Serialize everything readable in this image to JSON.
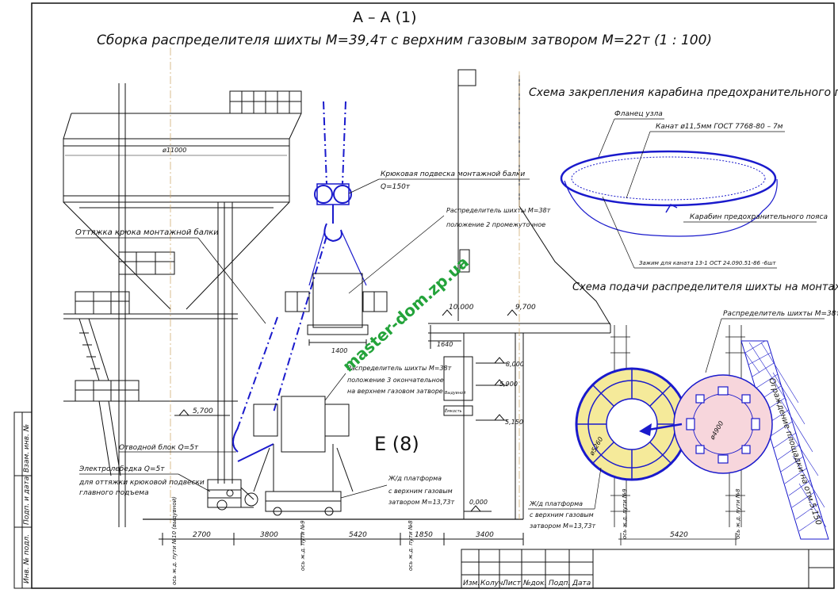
{
  "section_label": "А – А (1)",
  "main_title": "Сборка распределителя шихты М=39,4т с верхним газовым затвором М=22т (1 : 100)",
  "left_structure": {
    "diameter_label": "ø11000",
    "guy_label": "Оттяжка крюка монтажной балки",
    "level_5700": "5,700",
    "block_label": "Отводной блок Q=5т",
    "winch_label_1": "Электролебедка Q=5т",
    "winch_label_2": "для оттяжки крюковой подвески",
    "winch_label_3": "главного подъема",
    "axis_1": "ось ж.д. пути №10 (выдувной)",
    "axis_2": "ось ж.д. пути №9",
    "axis_3": "ось ж.д. пути №8",
    "dimensions": [
      "2700",
      "3800",
      "5420",
      "1850",
      "3400"
    ]
  },
  "center": {
    "hook_label_1": "Крюковая подвеска монтажной балки",
    "hook_label_2": "Q=150т",
    "pos2_label_1": "Распределитель шихты М=38т",
    "pos2_label_2": "положение 2 промежуточное",
    "width_1400": "1400",
    "pos3_label_1": "Распределитель шихты М=38т",
    "pos3_label_2": "положение 3 окончательное",
    "pos3_label_3": "на верхнем газовом затворе",
    "e_label": "Е (8)",
    "platform_1": "Ж/д платформа",
    "platform_2": "с верхним газовым",
    "platform_3": "затвором М=13,73т",
    "level_10000": "10,000",
    "level_9700": "9,700",
    "dim_1640": "1640",
    "level_8000": "8,000",
    "level_5900": "5,900",
    "level_5150": "5,150",
    "level_0000": "0,000",
    "small_label_1": "Выдувной",
    "small_label_2": "Ёмкость"
  },
  "carabiner_scheme": {
    "title": "Схема закрепления карабина предохранительного пояса",
    "flange_label": "Фланец узла",
    "rope_label": "Канат ø11,5мм ГОСТ 7768-80 – 7м",
    "carabiner_label": "Карабин предохранительного пояса",
    "clamp_label": "Зажим для каната 13-1 ОСТ 24.090.51-86 -6шт"
  },
  "feed_scheme": {
    "title": "Схема подачи распределителя шихты на монтаж",
    "dist_label": "Распределитель шихты М=38т",
    "d5260": "ø5260",
    "d4900": "ø4900",
    "fence_label": "Ограждение площадки на отм.5,150",
    "platform_1": "Ж/д платформа",
    "platform_2": "с верхним газовым",
    "platform_3": "затвором М=13,73т",
    "axis_1": "ось ж.д. пути №9",
    "axis_2": "ось ж.д. пути №8",
    "dim_5420": "5420"
  },
  "stamp": {
    "columns": [
      "Изм.",
      "Колуч.",
      "Лист",
      "№док.",
      "Подп.",
      "Дата"
    ],
    "side_labels": [
      "Инв. № подл.",
      "Подп. и дата",
      "Взам. инв. №"
    ]
  },
  "watermark": "master-dom.zp.ua",
  "colors": {
    "ink": "#111111",
    "blue": "#1a1acc",
    "yellow": "#f5ea9a",
    "pink": "#f7d6dc",
    "green": "#23a33a"
  }
}
